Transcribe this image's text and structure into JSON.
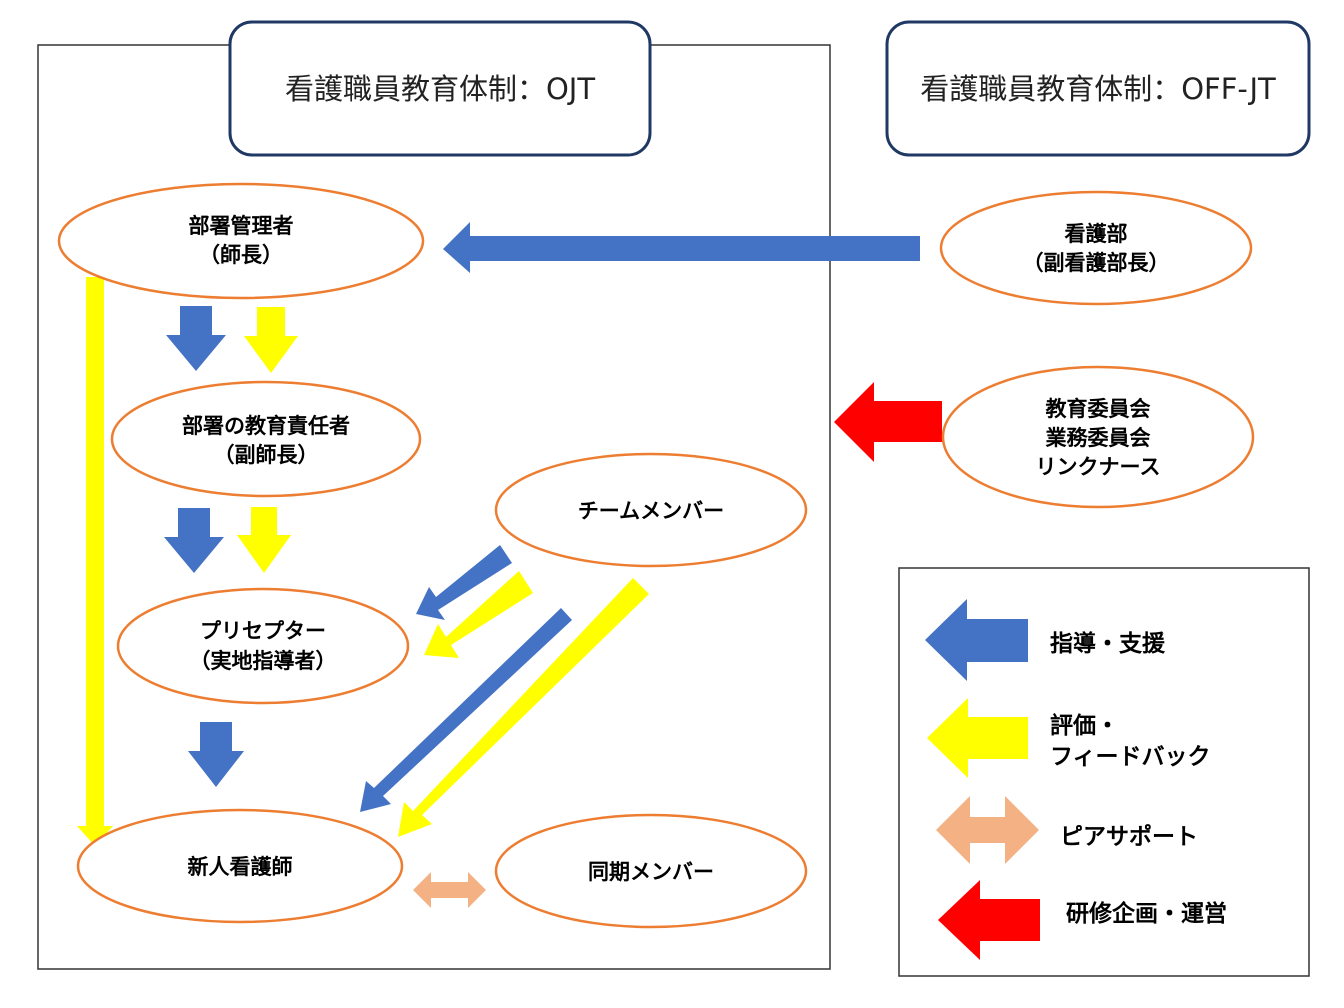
{
  "headers": {
    "ojt": "看護職員教育体制：OJT",
    "offjt": "看護職員教育体制：OFF-JT"
  },
  "nodes": {
    "manager": [
      "部署管理者",
      "（師長）"
    ],
    "education_lead": [
      "部署の教育責任者",
      "（副師長）"
    ],
    "preceptor": [
      "プリセプター",
      "（実地指導者）"
    ],
    "new_nurse": [
      "新人看護師"
    ],
    "team_member": [
      "チームメンバー"
    ],
    "peer_member": [
      "同期メンバー"
    ],
    "nursing_dept": [
      "看護部",
      "（副看護部長）"
    ],
    "committees": [
      "教育委員会",
      "業務委員会",
      "リンクナース"
    ]
  },
  "legend": {
    "guidance": [
      "指導・支援"
    ],
    "evaluation": [
      "評価・",
      "フィードバック"
    ],
    "peer_support": [
      "ピアサポート"
    ],
    "training": [
      "研修企画・運営"
    ]
  },
  "colors": {
    "guidance": "#4472C4",
    "evaluation": "#FFFF00",
    "peer_support": "#F4B183",
    "training": "#FF0000",
    "node_border": "#ED7D31",
    "header_border": "#1F3864"
  }
}
